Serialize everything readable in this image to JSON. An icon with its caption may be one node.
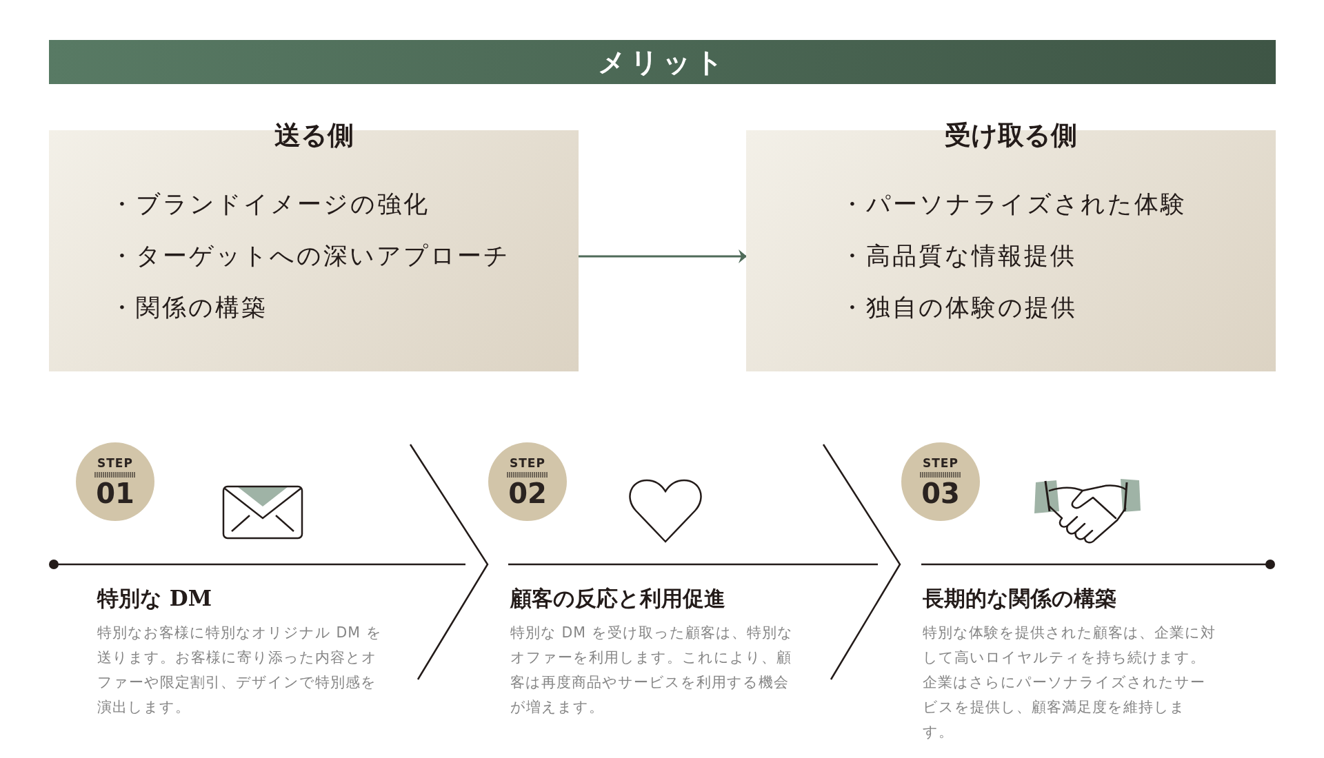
{
  "diagram": {
    "title": "メリット",
    "nodes": [
      {
        "text": [
          "送る側",
          "・ブランドイメージの強化",
          "・ターゲットへの深いアプローチ",
          "・関係の構築"
        ]
      },
      {
        "text": [
          "受け取る側",
          "・パーソナライズされた体験",
          "・高品質な情報提供",
          "・独自の体験の提供"
        ]
      },
      {
        "text": [
          "STEP",
          "01"
        ]
      },
      {
        "text": [
          "STEP",
          "02"
        ]
      },
      {
        "text": [
          "STEP",
          "03"
        ]
      }
    ],
    "edges": [
      {
        "from": 0,
        "to": 1,
        "arrow": "to"
      }
    ],
    "labels": [
      "特別な DM",
      "特別なお客様に特別なオリジナル DM を送ります。お客様に寄り添った内容とオファーや限定割引、デザインで特別感を演出します。",
      "顧客の反応と利用促進",
      "特別な DM を受け取った顧客は、特別なオファーを利用します。これにより、顧客は再度商品やサービスを利用する機会が増えます。",
      "長期的な関係の構築",
      "特別な体験を提供された顧客は、企業に対して高いロイヤルティを持ち続けます。企業はさらにパーソナライズされたサービスを提供し、顧客満足度を維持します。"
    ]
  }
}
